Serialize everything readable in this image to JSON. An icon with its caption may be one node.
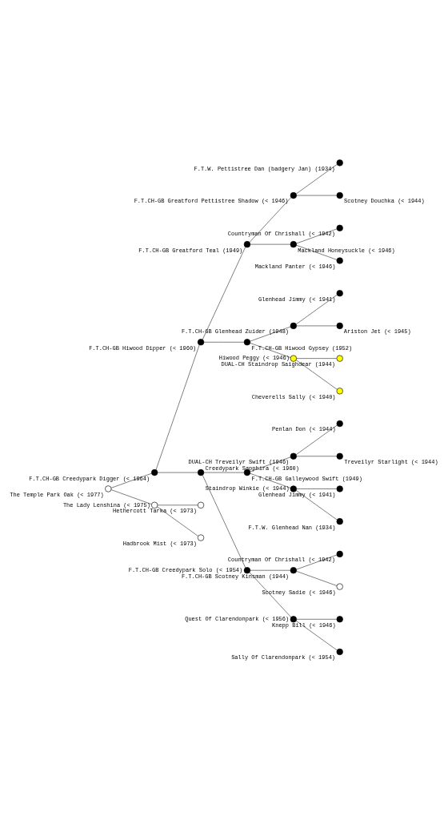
{
  "diagram": {
    "nodes": [
      {
        "text": [],
        "shape": "circle",
        "beside": [
          "F.T.W. Pettistree Dan (badgery Jan) (1934)"
        ]
      },
      {
        "text": [],
        "shape": "circle",
        "beside": [
          "F.T.CH-GB Greatford Pettistree Shadow (< 1946)"
        ]
      },
      {
        "text": [],
        "shape": "circle",
        "beside": [
          "Scotney Douchka (< 1944)"
        ]
      },
      {
        "text": [],
        "shape": "circle",
        "beside": [
          "F.T.CH-GB Greatford Teal (1949)"
        ]
      },
      {
        "text": [],
        "shape": "circle",
        "beside": [
          "Countryman Of Chrishall (< 1942)"
        ]
      },
      {
        "text": [],
        "shape": "circle",
        "beside": [
          "Mackland Honeysuckle (< 1946)"
        ]
      },
      {
        "text": [],
        "shape": "circle",
        "beside": [
          "Mackland Panter (< 1946)"
        ]
      },
      {
        "text": [],
        "shape": "circle",
        "beside": [
          "F.T.CH-GB Hiwood Dipper (< 1960)"
        ]
      },
      {
        "text": [],
        "shape": "circle",
        "beside": [
          "Glenhead Jimmy (< 1941)"
        ]
      },
      {
        "text": [],
        "shape": "circle",
        "beside": [
          "F.T.CH-GB Glenhead Zuider (1948)"
        ]
      },
      {
        "text": [],
        "shape": "circle",
        "beside": [
          "Ariston Jet (< 1945)"
        ]
      },
      {
        "text": [],
        "shape": "circle",
        "beside": [
          "F.T.CH-GB Hiwood Gypsey (1952)"
        ]
      },
      {
        "text": [],
        "shape": "circle",
        "beside": [
          "DUAL-CH Staindrop Saighdear (1944)"
        ]
      },
      {
        "text": [],
        "shape": "circle",
        "beside": [
          "Hiwood Peggy (< 1946)"
        ]
      },
      {
        "text": [],
        "shape": "circle",
        "beside": [
          "Cheverells Sally (< 1940)"
        ]
      },
      {
        "text": [],
        "shape": "circle",
        "beside": [
          "F.T.CH-GB Creedypark Digger (< 1964)"
        ]
      },
      {
        "text": [],
        "shape": "circle",
        "beside": [
          "Penlan Don (< 1944)"
        ]
      },
      {
        "text": [],
        "shape": "circle",
        "beside": [
          "DUAL-CH Treveilyr Swift (1946)"
        ]
      },
      {
        "text": [],
        "shape": "circle",
        "beside": [
          "Treveilyr Starlight (< 1944)"
        ]
      },
      {
        "text": [],
        "shape": "circle",
        "beside": [
          "F.T.CH-GB Galleywood Swift (1949)"
        ]
      },
      {
        "text": [],
        "shape": "circle",
        "beside": [
          "Glenhead Jimmy (< 1941)"
        ]
      },
      {
        "text": [],
        "shape": "circle",
        "beside": [
          "Staindrop Winkie (< 1944)"
        ]
      },
      {
        "text": [],
        "shape": "circle",
        "beside": [
          "F.T.W. Glenhead Nan (1934)"
        ]
      },
      {
        "text": [],
        "shape": "circle",
        "beside": [
          "Creedypark Sapphira (< 1960)"
        ]
      },
      {
        "text": [],
        "shape": "circle",
        "beside": [
          "Countryman Of Chrishall (< 1942)"
        ]
      },
      {
        "text": [],
        "shape": "circle",
        "beside": [
          "F.T.CH-GB Scotney Kinsman (1944)"
        ]
      },
      {
        "text": [],
        "shape": "circle",
        "beside": [
          "Scotney Sadie (< 1946)"
        ]
      },
      {
        "text": [],
        "shape": "circle",
        "beside": [
          "F.T.CH-GB Creedypark Solo (< 1954)"
        ]
      },
      {
        "text": [],
        "shape": "circle",
        "beside": [
          "Knepp Bill (< 1946)"
        ]
      },
      {
        "text": [],
        "shape": "circle",
        "beside": [
          "Quest Of Clarendonpark (< 1956)"
        ]
      },
      {
        "text": [],
        "shape": "circle",
        "beside": [
          "Sally Of Clarendonpark (< 1954)"
        ]
      },
      {
        "text": [],
        "shape": "circle",
        "beside": [
          "The Temple Park Oak (< 1977)"
        ]
      },
      {
        "text": [],
        "shape": "circle",
        "beside": [
          "Hethercott Tarka (< 1973)"
        ]
      },
      {
        "text": [],
        "shape": "circle",
        "beside": [
          "The Lady Lenshina (< 1975)"
        ]
      },
      {
        "text": [],
        "shape": "circle",
        "beside": [
          "Hadbrook Mist (< 1973)"
        ]
      }
    ],
    "edges": [
      {
        "from": 31,
        "to": 15,
        "arrow": "none"
      },
      {
        "from": 31,
        "to": 33,
        "arrow": "none"
      },
      {
        "from": 15,
        "to": 7,
        "arrow": "none"
      },
      {
        "from": 15,
        "to": 23,
        "arrow": "none"
      },
      {
        "from": 7,
        "to": 3,
        "arrow": "none"
      },
      {
        "from": 7,
        "to": 11,
        "arrow": "none"
      },
      {
        "from": 3,
        "to": 1,
        "arrow": "none"
      },
      {
        "from": 3,
        "to": 5,
        "arrow": "none"
      },
      {
        "from": 1,
        "to": 0,
        "arrow": "none"
      },
      {
        "from": 1,
        "to": 2,
        "arrow": "none"
      },
      {
        "from": 5,
        "to": 4,
        "arrow": "none"
      },
      {
        "from": 5,
        "to": 6,
        "arrow": "none"
      },
      {
        "from": 11,
        "to": 9,
        "arrow": "none"
      },
      {
        "from": 11,
        "to": 13,
        "arrow": "none"
      },
      {
        "from": 9,
        "to": 8,
        "arrow": "none"
      },
      {
        "from": 9,
        "to": 10,
        "arrow": "none"
      },
      {
        "from": 13,
        "to": 12,
        "arrow": "none"
      },
      {
        "from": 13,
        "to": 14,
        "arrow": "none"
      },
      {
        "from": 23,
        "to": 19,
        "arrow": "none"
      },
      {
        "from": 23,
        "to": 27,
        "arrow": "none"
      },
      {
        "from": 19,
        "to": 17,
        "arrow": "none"
      },
      {
        "from": 19,
        "to": 21,
        "arrow": "none"
      },
      {
        "from": 17,
        "to": 16,
        "arrow": "none"
      },
      {
        "from": 17,
        "to": 18,
        "arrow": "none"
      },
      {
        "from": 21,
        "to": 20,
        "arrow": "none"
      },
      {
        "from": 21,
        "to": 22,
        "arrow": "none"
      },
      {
        "from": 27,
        "to": 25,
        "arrow": "none"
      },
      {
        "from": 27,
        "to": 29,
        "arrow": "none"
      },
      {
        "from": 25,
        "to": 24,
        "arrow": "none"
      },
      {
        "from": 25,
        "to": 26,
        "arrow": "none"
      },
      {
        "from": 29,
        "to": 28,
        "arrow": "none"
      },
      {
        "from": 29,
        "to": 30,
        "arrow": "none"
      },
      {
        "from": 33,
        "to": 32,
        "arrow": "none"
      },
      {
        "from": 33,
        "to": 34,
        "arrow": "none"
      }
    ]
  }
}
